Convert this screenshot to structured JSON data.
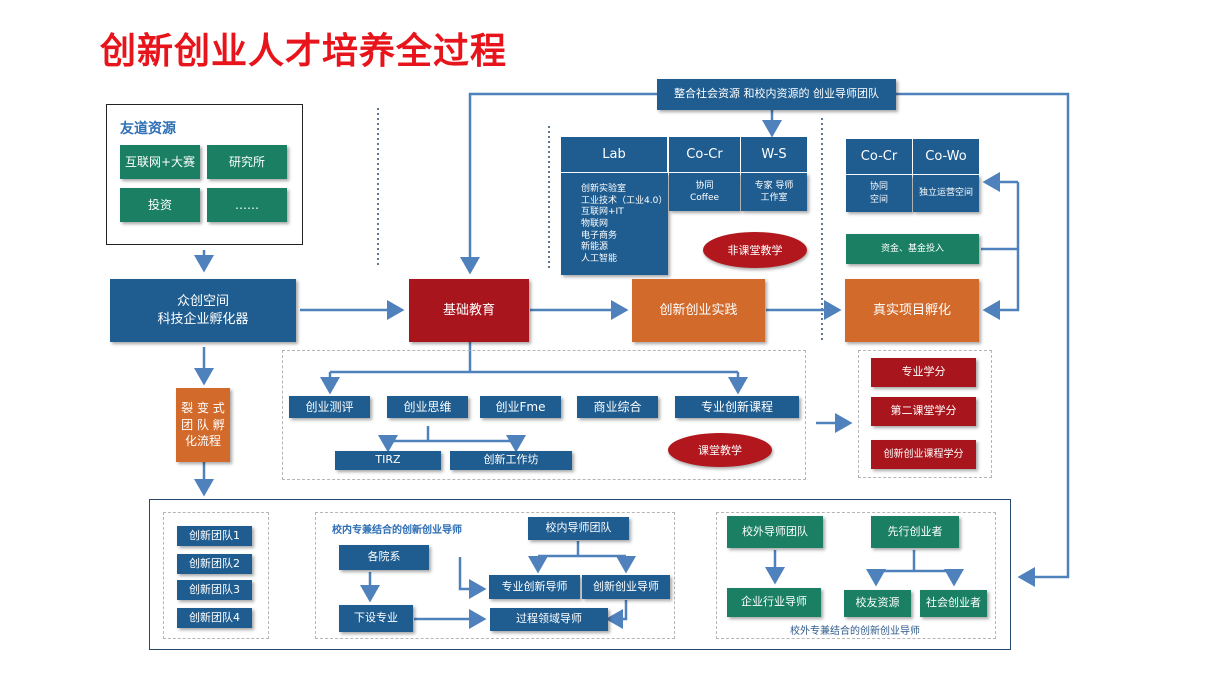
{
  "title": "创新创业人才培养全过程",
  "resource": {
    "label": "友道资源",
    "items": [
      "互联网+大赛",
      "研究所",
      "投资",
      "……"
    ]
  },
  "incubator": "众创空间\n科技企业孵化器",
  "fission": "裂 变 式\n团 队 孵\n化流程",
  "mentor_team": "整合社会资源 和校内资源的 创业导师团队",
  "lab": {
    "header": "Lab",
    "list": "创新实验室\n工业技术（工业4.0）\n互联网+IT\n物联网\n电子商务\n新能源\n人工智能"
  },
  "cocr1": {
    "header": "Co-Cr",
    "sub": "协同\nCoffee"
  },
  "ws": {
    "header": "W-S",
    "sub": "专家 导师\n工作室"
  },
  "cocr2": {
    "header": "Co-Cr",
    "sub": "协同\n空间"
  },
  "cowo": {
    "header": "Co-Wo",
    "sub": "独立运营空间"
  },
  "non_class": "非课堂教学",
  "class_teaching": "课堂教学",
  "fund": "资金、基金投入",
  "basic_edu": "基础教育",
  "practice": "创新创业实践",
  "real_project": "真实项目孵化",
  "courses": [
    "创业测评",
    "创业思维",
    "创业Fme",
    "商业综合",
    "专业创新课程"
  ],
  "sub_courses": [
    "TIRZ",
    "创新工作坊"
  ],
  "credits": [
    "专业学分",
    "第二课堂学分",
    "创新创业课程学分"
  ],
  "teams": [
    "创新团队1",
    "创新团队2",
    "创新团队3",
    "创新团队4"
  ],
  "inner": {
    "label": "校内专兼结合的创新创业导师",
    "mentor_team": "校内导师团队",
    "departments": "各院系",
    "major_mentor": "专业创新导师",
    "ie_mentor": "创新创业导师",
    "lower_major": "下设专业",
    "process_mentor": "过程领域导师"
  },
  "outer": {
    "label": "校外专兼结合的创新创业导师",
    "mentor_team": "校外导师团队",
    "pioneer": "先行创业者",
    "industry_mentor": "企业行业导师",
    "alumni": "校友资源",
    "social": "社会创业者"
  },
  "colors": {
    "title": "#e8141b",
    "blue": "#1f5d91",
    "red": "#a8151c",
    "orange": "#d16a2a",
    "green": "#1b8063",
    "arrow": "#4f81bd"
  }
}
